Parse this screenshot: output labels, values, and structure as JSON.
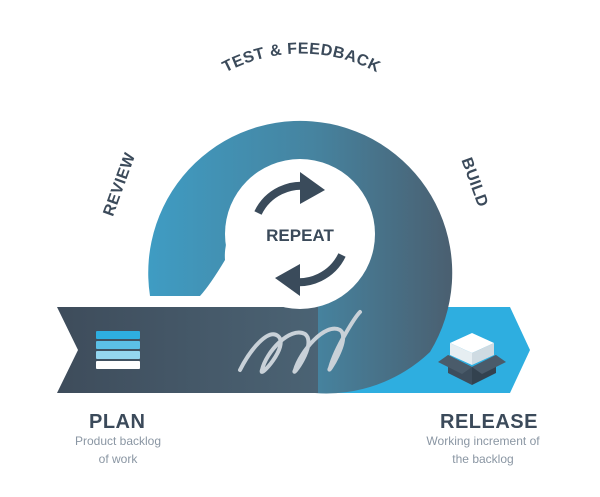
{
  "cycle": {
    "top_label": "TEST & FEEDBACK",
    "left_label": "REVIEW",
    "right_label": "BUILD",
    "center_label": "REPEAT"
  },
  "stages": {
    "plan": {
      "title": "PLAN",
      "line1": "Product backlog",
      "line2": "of work"
    },
    "release": {
      "title": "RELEASE",
      "line1": "Working increment of",
      "line2": "the backlog"
    }
  },
  "colors": {
    "light_blue": "#3f9cc3",
    "dark_slate": "#475b6b",
    "arrow_dark": "#3a4b5b",
    "release_blue": "#2eaee0",
    "text_dark": "#3b4a5a",
    "text_gray": "#8a96a3"
  },
  "icons": {
    "plan": "stacked-layers-icon",
    "release": "open-box-icon",
    "repeat": "circular-arrows-icon",
    "loops": "spiral-loops-icon"
  }
}
